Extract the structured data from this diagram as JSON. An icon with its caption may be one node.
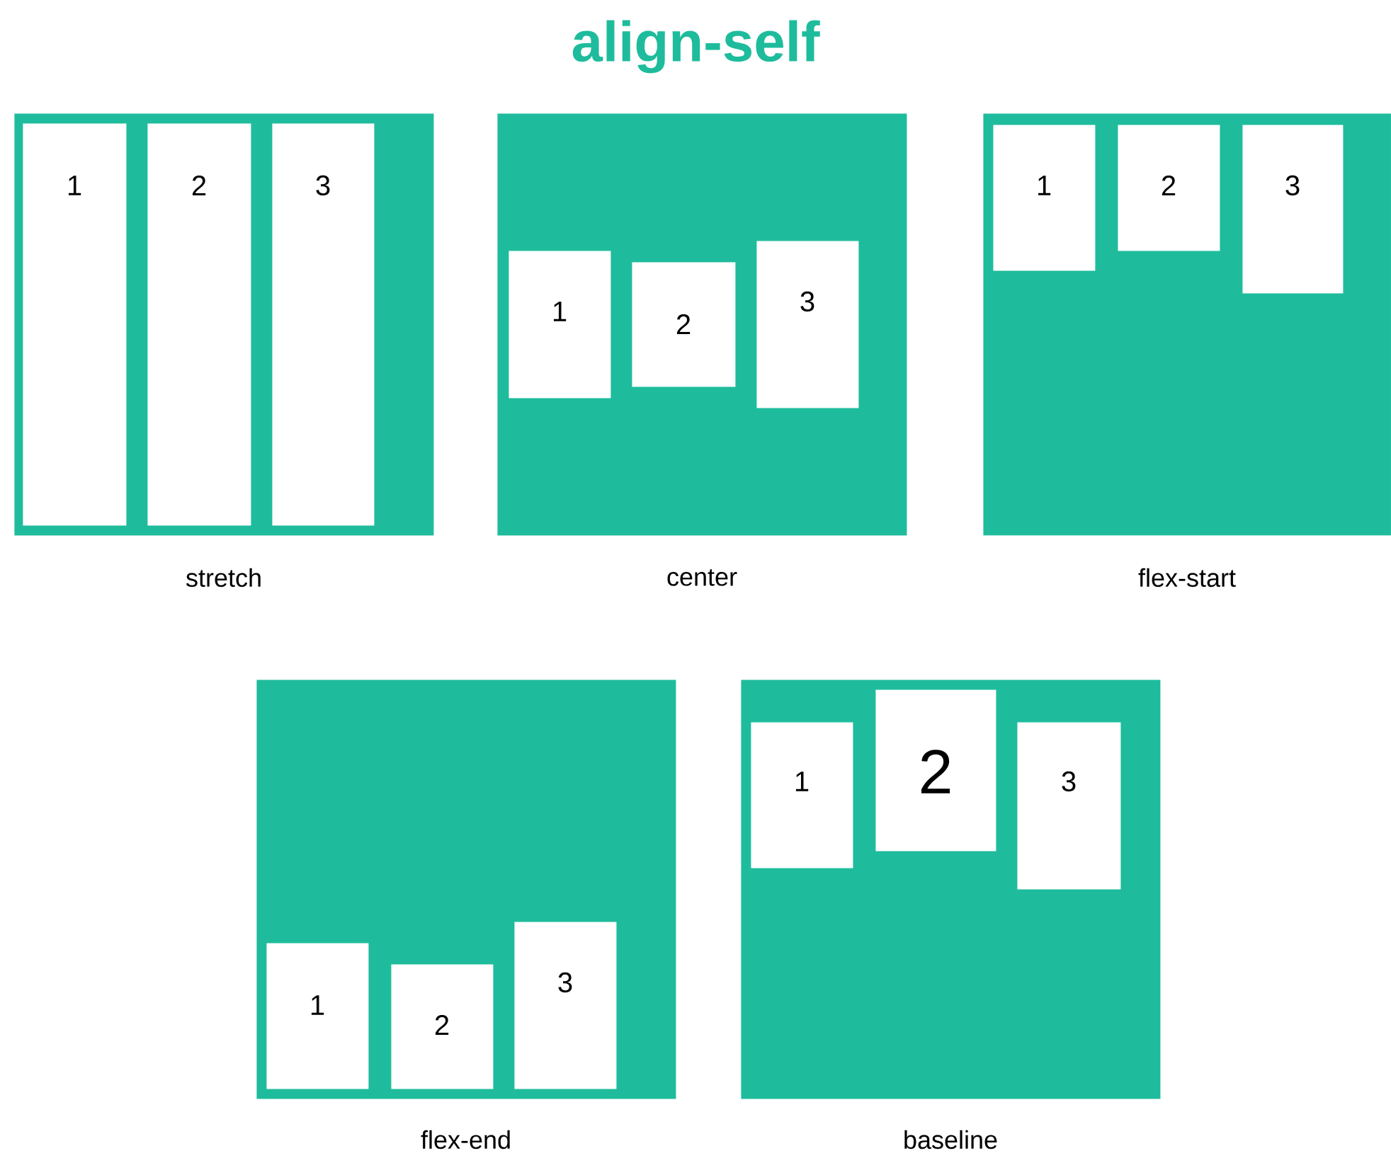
{
  "diagram": {
    "title": "align-self",
    "nodes": [
      {
        "text": [],
        "shape": "box",
        "beside": [
          "stretch"
        ]
      },
      {
        "text": [
          "1"
        ],
        "in": 0
      },
      {
        "text": [
          "2"
        ],
        "in": 0
      },
      {
        "text": [
          "3"
        ],
        "in": 0
      },
      {
        "text": [],
        "shape": "box",
        "beside": [
          "center"
        ]
      },
      {
        "text": [
          "1"
        ],
        "in": 4
      },
      {
        "text": [
          "2"
        ],
        "in": 4
      },
      {
        "text": [
          "3"
        ],
        "in": 4
      },
      {
        "text": [],
        "shape": "box",
        "beside": [
          "flex-start"
        ]
      },
      {
        "text": [
          "1"
        ],
        "in": 8
      },
      {
        "text": [
          "2"
        ],
        "in": 8
      },
      {
        "text": [
          "3"
        ],
        "in": 8
      },
      {
        "text": [],
        "shape": "box",
        "beside": [
          "flex-end"
        ]
      },
      {
        "text": [
          "1"
        ],
        "in": 12
      },
      {
        "text": [
          "2"
        ],
        "in": 12
      },
      {
        "text": [
          "3"
        ],
        "in": 12
      },
      {
        "text": [],
        "shape": "box",
        "beside": [
          "baseline"
        ]
      },
      {
        "text": [
          "1"
        ],
        "in": 16
      },
      {
        "text": [
          "2"
        ],
        "in": 16
      },
      {
        "text": [
          "3"
        ],
        "in": 16
      }
    ]
  }
}
